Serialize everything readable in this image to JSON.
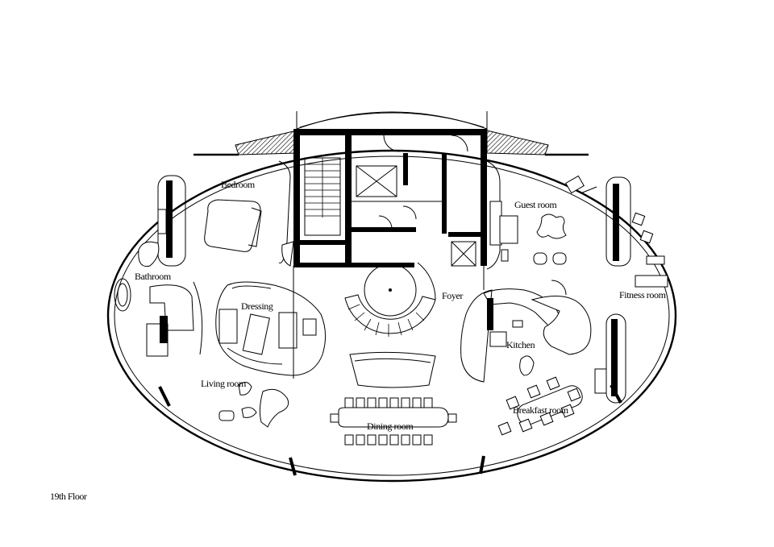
{
  "floor_label": "19th Floor",
  "rooms": {
    "bedroom": "Bedroom",
    "guest_room": "Guest room",
    "bathroom": "Bathroom",
    "dressing": "Dressing",
    "foyer": "Foyer",
    "fitness_room": "Fitness room",
    "kitchen": "Kitchen",
    "living_room": "Living room",
    "breakfast_room": "Breakfast room",
    "dining_room": "Dining room"
  }
}
